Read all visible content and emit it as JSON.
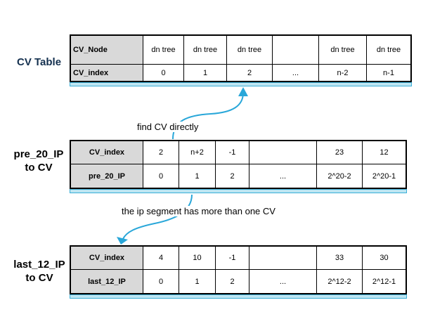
{
  "labels": {
    "cv_table": "CV Table",
    "pre_line1": "pre_20_IP",
    "pre_line2": "to CV",
    "last_line1": "last_12_IP",
    "last_line2": "to CV"
  },
  "captions": {
    "find_cv": "find  CV directly",
    "ip_segment": "the ip segment has more than one CV"
  },
  "cv_table": {
    "rows": [
      [
        "CV_Node",
        "dn tree",
        "dn tree",
        "dn tree",
        "",
        "dn tree",
        "dn tree"
      ],
      [
        "CV_index",
        "0",
        "1",
        "2",
        "...",
        "n-2",
        "n-1"
      ]
    ]
  },
  "pre_table": {
    "rows": [
      [
        "CV_index",
        "2",
        "n+2",
        "-1",
        "",
        "23",
        "12"
      ],
      [
        "pre_20_IP",
        "0",
        "1",
        "2",
        "...",
        "2^20-2",
        "2^20-1"
      ]
    ]
  },
  "last_table": {
    "rows": [
      [
        "CV_index",
        "4",
        "10",
        "-1",
        "",
        "33",
        "30"
      ],
      [
        "last_12_IP",
        "0",
        "1",
        "2",
        "...",
        "2^12-2",
        "2^12-1"
      ]
    ]
  },
  "colors": {
    "arrow": "#29a7d9",
    "stripe": "#bde5f2",
    "header_fill": "#d9d9d9",
    "cv_label": "#14304f"
  }
}
